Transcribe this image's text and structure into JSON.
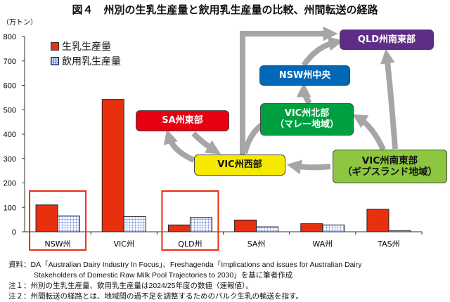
{
  "title": "図４　州別の生乳生産量と飲用乳生産量の比較、州間転送の経路",
  "chart_data": {
    "type": "bar",
    "title": "図４　州別の生乳生産量と飲用乳生産量の比較、州間転送の経路",
    "ylabel": "（万トン）",
    "xlabel": "",
    "ylim": [
      0,
      800
    ],
    "yticks": [
      "0",
      "100",
      "200",
      "300",
      "400",
      "500",
      "600",
      "700",
      "800"
    ],
    "categories": [
      "NSW州",
      "VIC州",
      "QLD州",
      "SA州",
      "WA州",
      "TAS州"
    ],
    "highlighted": [
      "NSW州",
      "QLD州"
    ],
    "series": [
      {
        "name": "生乳生産量",
        "color": "#e8300f",
        "values": [
          110,
          542,
          28,
          48,
          33,
          92
        ]
      },
      {
        "name": "飲用乳生産量",
        "color": "#7f9fe0",
        "values": [
          65,
          62,
          58,
          20,
          28,
          4
        ]
      }
    ],
    "legend_position": "top-left"
  },
  "diagram": {
    "nodes": [
      {
        "id": "qld",
        "label": "QLD州南東部",
        "sub": "",
        "color": "#5f2d87"
      },
      {
        "id": "nsw",
        "label": "NSW州中央",
        "sub": "",
        "color": "#0068b7"
      },
      {
        "id": "vicn",
        "label": "VIC州北部",
        "sub": "（マレー地域）",
        "color": "#00a040"
      },
      {
        "id": "sa",
        "label": "SA州東部",
        "sub": "",
        "color": "#e60012"
      },
      {
        "id": "vicw",
        "label": "VIC州西部",
        "sub": "",
        "color": "#f5e900"
      },
      {
        "id": "vicse",
        "label": "VIC州南東部",
        "sub": "（ギプスランド地域）",
        "color": "#8dc63f"
      }
    ],
    "arrow_color": "#a6a6a6"
  },
  "notes": {
    "source_1": "資料：DA「Australian Dairy Industry In Focus」、Freshagenda「Implications and issues for Australian Dairy",
    "source_2": "Stakeholders of Domestic Raw Milk Pool Trajectories to 2030」を基に筆者作成",
    "note1": "注１：州別の生乳生産量、飲用乳生産量は2024/25年度の数値（速報値）。",
    "note2": "注２：州間転送の経路とは、地域間の過不足を調整するためのバルク生乳の輸送を指す。"
  }
}
